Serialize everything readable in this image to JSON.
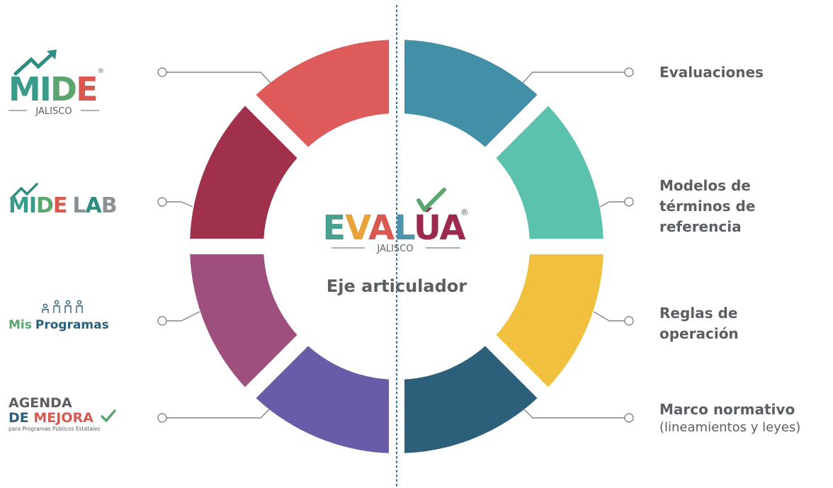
{
  "center": {
    "logo_letters": [
      "E",
      "V",
      "A",
      "L",
      "Ú",
      "A"
    ],
    "logo_colors": [
      "#49a08e",
      "#e8a33b",
      "#d9584f",
      "#4e94ad",
      "#9b2a4d",
      "#9b2a4d"
    ],
    "logo_subtitle": "JALISCO",
    "caption": "Eje articulador"
  },
  "segments": [
    {
      "name": "top-right",
      "color": "#428fa8"
    },
    {
      "name": "upper-right",
      "color": "#5bc3ad"
    },
    {
      "name": "lower-right",
      "color": "#f0c03e"
    },
    {
      "name": "bottom-right",
      "color": "#2c5f79"
    },
    {
      "name": "bottom-left",
      "color": "#6a5ba8"
    },
    {
      "name": "lower-left",
      "color": "#9e4f7d"
    },
    {
      "name": "upper-left",
      "color": "#a0314d"
    },
    {
      "name": "top-left",
      "color": "#de5b5b"
    }
  ],
  "right_labels": [
    {
      "lines": [
        "Evaluaciones"
      ],
      "sub": ""
    },
    {
      "lines": [
        "Modelos de",
        "términos de",
        "referencia"
      ],
      "sub": ""
    },
    {
      "lines": [
        "Reglas de",
        "operación"
      ],
      "sub": ""
    },
    {
      "lines": [
        "Marco normativo"
      ],
      "sub": "(lineamientos y leyes)"
    }
  ],
  "left_logos": {
    "mide": {
      "text": "MIDE",
      "subtitle": "JALISCO",
      "registered": "®"
    },
    "mide_lab": {
      "text_a": "MIDE",
      "text_b": "LAB"
    },
    "mis_programas": {
      "text_a": "Mis",
      "text_b": "Programas"
    },
    "agenda": {
      "line1": "AGENDA",
      "line2a": "DE ",
      "line2b": "MEJORA",
      "line3": "para Programas Públicos Estatales"
    }
  },
  "colors": {
    "text": "#5b5f63",
    "connector": "#6b6f73",
    "axis": "#2f6ea3",
    "teal": "#3a9b8a",
    "red": "#d9584f",
    "crimson": "#9b2a4d",
    "green": "#5aa66e",
    "orange": "#e8a33b",
    "navy": "#2c5f79",
    "grey": "#8b9196"
  }
}
